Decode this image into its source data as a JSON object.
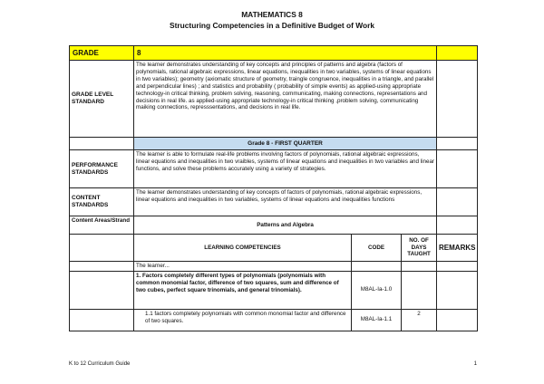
{
  "header": {
    "title": "MATHEMATICS 8",
    "subtitle": "Structuring Competencies in a Definitive Budget of Work"
  },
  "table": {
    "grade_label": "GRADE",
    "grade_value": "8",
    "grade_level_standard_label": "GRADE LEVEL STANDARD",
    "grade_level_standard_text": "The learner demonstrates understanding of key concepts and principles of patterns and algebra (factors of polynomials, rational algebraic expressions, linear equations, inequalities in two variables, systems of linear equations in two variables); geometry (axiomatic structure of geometry, traingle congruence, inequalities in a triangle, and parallel and perpendicular lines) ; and statistics and probability ( probability of simple events) as applied-using appropriate technology-in critical thinking, problem solving, reasoning, communicating, making connections, representations and decisions in real life. as applied-using appropriate technology-in critical thinking ,problem solving, communicating maiking connections, represssentations, and decisions in real life.",
    "quarter_label": "Grade 8 - FIRST QUARTER",
    "performance_label": "PERFORMANCE STANDARDS",
    "performance_text": "The learner is able to formulate real-life problems involving factors of polynomials, rational algebraic expressions, linear equations and inequalities in two vraibles, systems of linear equations and inequalities in two variables and linear functions, and solve these problems accurately using a variety of strategies.",
    "content_label": "CONTENT STANDARDS",
    "content_text": "The learner demonstrates understanding of key concepts of factors of polynomials, rational algebraic expressions, linear equations and inequalities in two variables, systems of linear equations and inequalities functions",
    "area_label": "Content Areas/Strand",
    "area_value": "Patterns and Algebra",
    "col_competencies": "LEARNING COMPETENCIES",
    "col_code": "CODE",
    "col_days": "NO. OF DAYS TAUGHT",
    "col_remarks": "REMARKS",
    "learner_intro": "The learner...",
    "competency_1_text": "1. Factors completely different types of polynomials (polynomials with common monomial factor, difference of two squares, sum and difference of two cubes, perfect square trinomials, and general trinomials).",
    "competency_1_code": "M8AL-Ia-1.0",
    "competency_1_1_text": "1.1 factors completely polynomials with common monomial factor and difference of two squares.",
    "competency_1_1_code": "M8AL-Ia-1.1",
    "competency_1_1_days": "2"
  },
  "footer": {
    "left": "K to 12 Curriculum Guide",
    "page": "1"
  }
}
